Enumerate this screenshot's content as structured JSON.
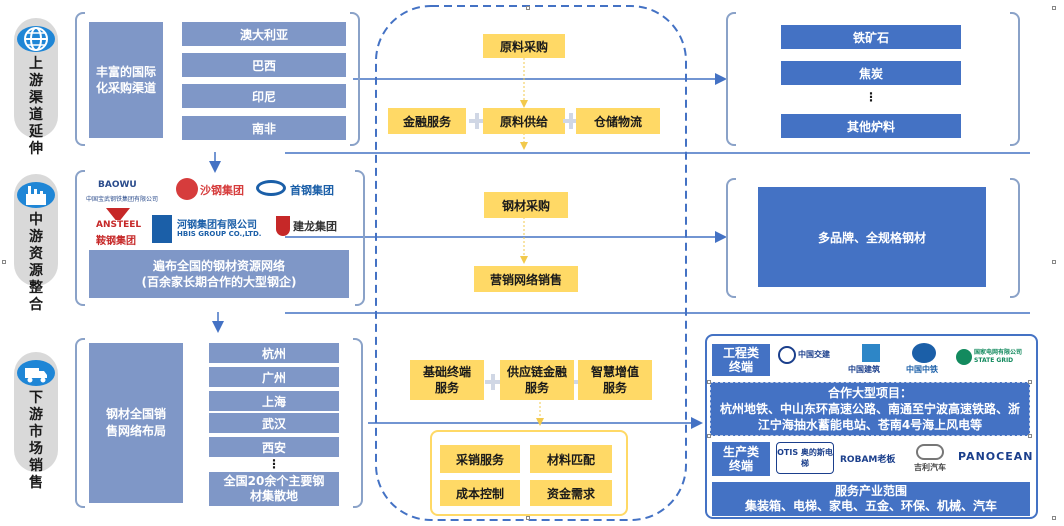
{
  "stages": [
    {
      "label": "上游渠道延伸",
      "icon": "globe-icon"
    },
    {
      "label": "中游资源整合",
      "icon": "factory-icon"
    },
    {
      "label": "下游市场销售",
      "icon": "truck-icon"
    }
  ],
  "upstream": {
    "title": "丰富的国际化采购渠道",
    "countries": [
      "澳大利亚",
      "巴西",
      "印尼",
      "南非"
    ]
  },
  "midstream": {
    "logos": [
      "BAOWU",
      "中国宝武钢铁集团有限公司",
      "沙钢集团",
      "首钢集团",
      "ANSTEEL",
      "鞍钢集团",
      "河钢集团有限公司",
      "HBIS GROUP CO.,LTD.",
      "建龙集团"
    ],
    "network": "遍布全国的钢材资源网络\n(百余家长期合作的大型钢企)"
  },
  "downstream": {
    "title": "钢材全国销售网络布局",
    "cities": [
      "杭州",
      "广州",
      "上海",
      "武汉",
      "西安",
      "⋮",
      "全国20余个主要钢材集散地"
    ]
  },
  "center": {
    "raw_purchase": "原料采购",
    "finance": "金融服务",
    "raw_supply": "原料供给",
    "storage": "仓储物流",
    "steel_purchase": "钢材采购",
    "marketing": "营销网络销售",
    "basic_terminal": "基础终端服务",
    "supply_chain": "供应链金融服务",
    "smart_value": "智慧增值服务",
    "services": [
      "采销服务",
      "材料匹配",
      "成本控制",
      "资金需求"
    ]
  },
  "right_top": {
    "items": [
      "铁矿石",
      "焦炭",
      "⋮",
      "其他炉料"
    ]
  },
  "right_mid": {
    "label": "多品牌、全规格钢材"
  },
  "right_bottom": {
    "engineering_label": "工程类终端",
    "eng_logos": [
      "中国交建",
      "中国建筑",
      "中国中铁",
      "国家电网有限公司 STATE GRID"
    ],
    "projects_title": "合作大型项目：",
    "projects_text": "杭州地铁、中山东环高速公路、南通至宁波高速铁路、浙江宁海抽水蓄能电站、苍南4号海上风电等",
    "production_label": "生产类终端",
    "prod_logos": [
      "OTIS 奥的斯电梯",
      "ROBAM老板",
      "吉利汽车",
      "PANOCEAN"
    ],
    "scope_title": "服务产业范围",
    "scope_text": "集装箱、电梯、家电、五金、环保、机械、汽车"
  },
  "colors": {
    "stage_circle": "#1f86d6",
    "light_blue_box": "#7f97c7",
    "dark_blue_box": "#4472c4",
    "yellow_box": "#ffd966",
    "dashed_border": "#4472c4"
  }
}
